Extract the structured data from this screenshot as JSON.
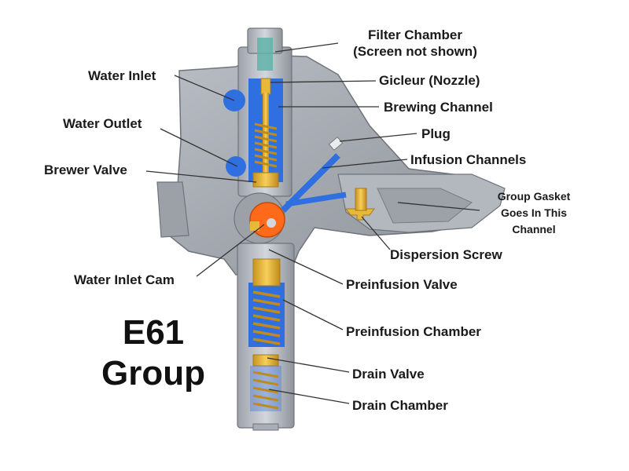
{
  "title": {
    "line1": "E61",
    "line2": "Group"
  },
  "labels": {
    "filter_chamber_1": "Filter Chamber",
    "filter_chamber_2": "(Screen not shown)",
    "gicleur": "Gicleur (Nozzle)",
    "brewing_channel": "Brewing Channel",
    "plug": "Plug",
    "infusion_channels": "Infusion Channels",
    "group_gasket_1": "Group Gasket",
    "group_gasket_2": "Goes In This",
    "group_gasket_3": "Channel",
    "dispersion_screw": "Dispersion Screw",
    "preinfusion_valve": "Preinfusion Valve",
    "preinfusion_chamber": "Preinfusion Chamber",
    "drain_valve": "Drain Valve",
    "drain_chamber": "Drain Chamber",
    "water_inlet": "Water Inlet",
    "water_outlet": "Water Outlet",
    "brewer_valve": "Brewer Valve",
    "water_inlet_cam": "Water Inlet Cam"
  },
  "colors": {
    "metal_light": "#c8ccd2",
    "metal_mid": "#a9aeb6",
    "metal_dark": "#7f858e",
    "water_blue": "#2f6fe0",
    "brass": "#e8b838",
    "cam_orange": "#ff6a1a",
    "leader_line": "#333333"
  }
}
